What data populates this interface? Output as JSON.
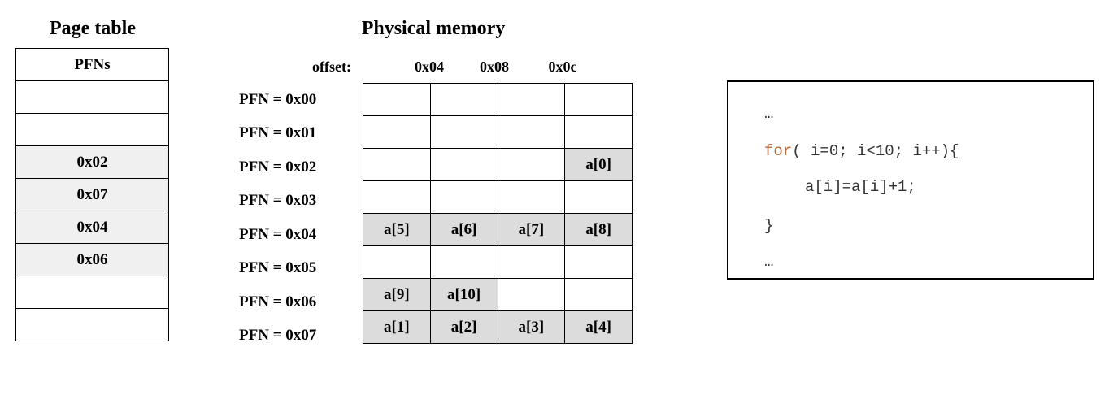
{
  "page_table": {
    "title": "Page table",
    "header": "PFNs",
    "rows": [
      {
        "value": "",
        "filled": false
      },
      {
        "value": "",
        "filled": false
      },
      {
        "value": "0x02",
        "filled": true
      },
      {
        "value": "0x07",
        "filled": true
      },
      {
        "value": "0x04",
        "filled": true
      },
      {
        "value": "0x06",
        "filled": true
      },
      {
        "value": "",
        "filled": false
      },
      {
        "value": "",
        "filled": false
      }
    ]
  },
  "physical_memory": {
    "title": "Physical memory",
    "offset_caption": "offset:",
    "offsets": [
      "0x04",
      "0x08",
      "0x0c"
    ],
    "rows": [
      {
        "pfn": "PFN = 0x00",
        "cells": [
          "",
          "",
          "",
          ""
        ]
      },
      {
        "pfn": "PFN = 0x01",
        "cells": [
          "",
          "",
          "",
          ""
        ]
      },
      {
        "pfn": "PFN = 0x02",
        "cells": [
          "",
          "",
          "",
          "a[0]"
        ]
      },
      {
        "pfn": "PFN = 0x03",
        "cells": [
          "",
          "",
          "",
          ""
        ]
      },
      {
        "pfn": "PFN = 0x04",
        "cells": [
          "a[5]",
          "a[6]",
          "a[7]",
          "a[8]"
        ]
      },
      {
        "pfn": "PFN = 0x05",
        "cells": [
          "",
          "",
          "",
          ""
        ]
      },
      {
        "pfn": "PFN = 0x06",
        "cells": [
          "a[9]",
          "a[10]",
          "",
          ""
        ]
      },
      {
        "pfn": "PFN = 0x07",
        "cells": [
          "a[1]",
          "a[2]",
          "a[3]",
          "a[4]"
        ]
      }
    ]
  },
  "code": {
    "ellipsis_top": "…",
    "keyword": "for",
    "loop_header_rest": "( i=0; i<10; i++){",
    "body": "a[i]=a[i]+1;",
    "close": "}",
    "ellipsis_bottom": "…"
  }
}
